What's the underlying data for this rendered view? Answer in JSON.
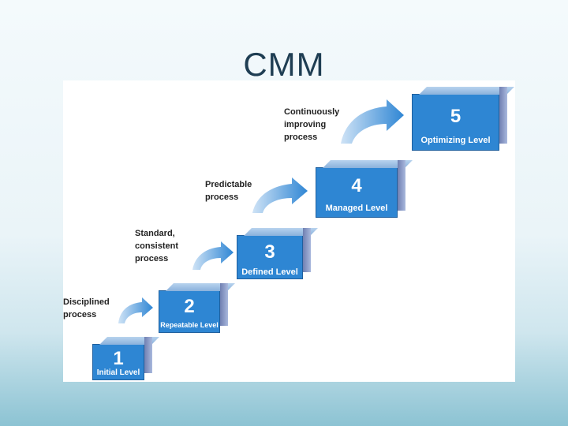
{
  "slide": {
    "title": "CMM"
  },
  "levels": [
    {
      "number": "1",
      "name": "Initial Level"
    },
    {
      "number": "2",
      "name": "Repeatable Level"
    },
    {
      "number": "3",
      "name": "Defined Level"
    },
    {
      "number": "4",
      "name": "Managed Level"
    },
    {
      "number": "5",
      "name": "Optimizing Level"
    }
  ],
  "transitions": [
    {
      "label": "Disciplined\nprocess"
    },
    {
      "label": "Standard,\nconsistent\nprocess"
    },
    {
      "label": "Predictable\nprocess"
    },
    {
      "label": "Continuously\nimproving\nprocess"
    }
  ],
  "colors": {
    "box": "#2e86d3",
    "arrow": "#3a8fd6",
    "title": "#1f3e53"
  }
}
